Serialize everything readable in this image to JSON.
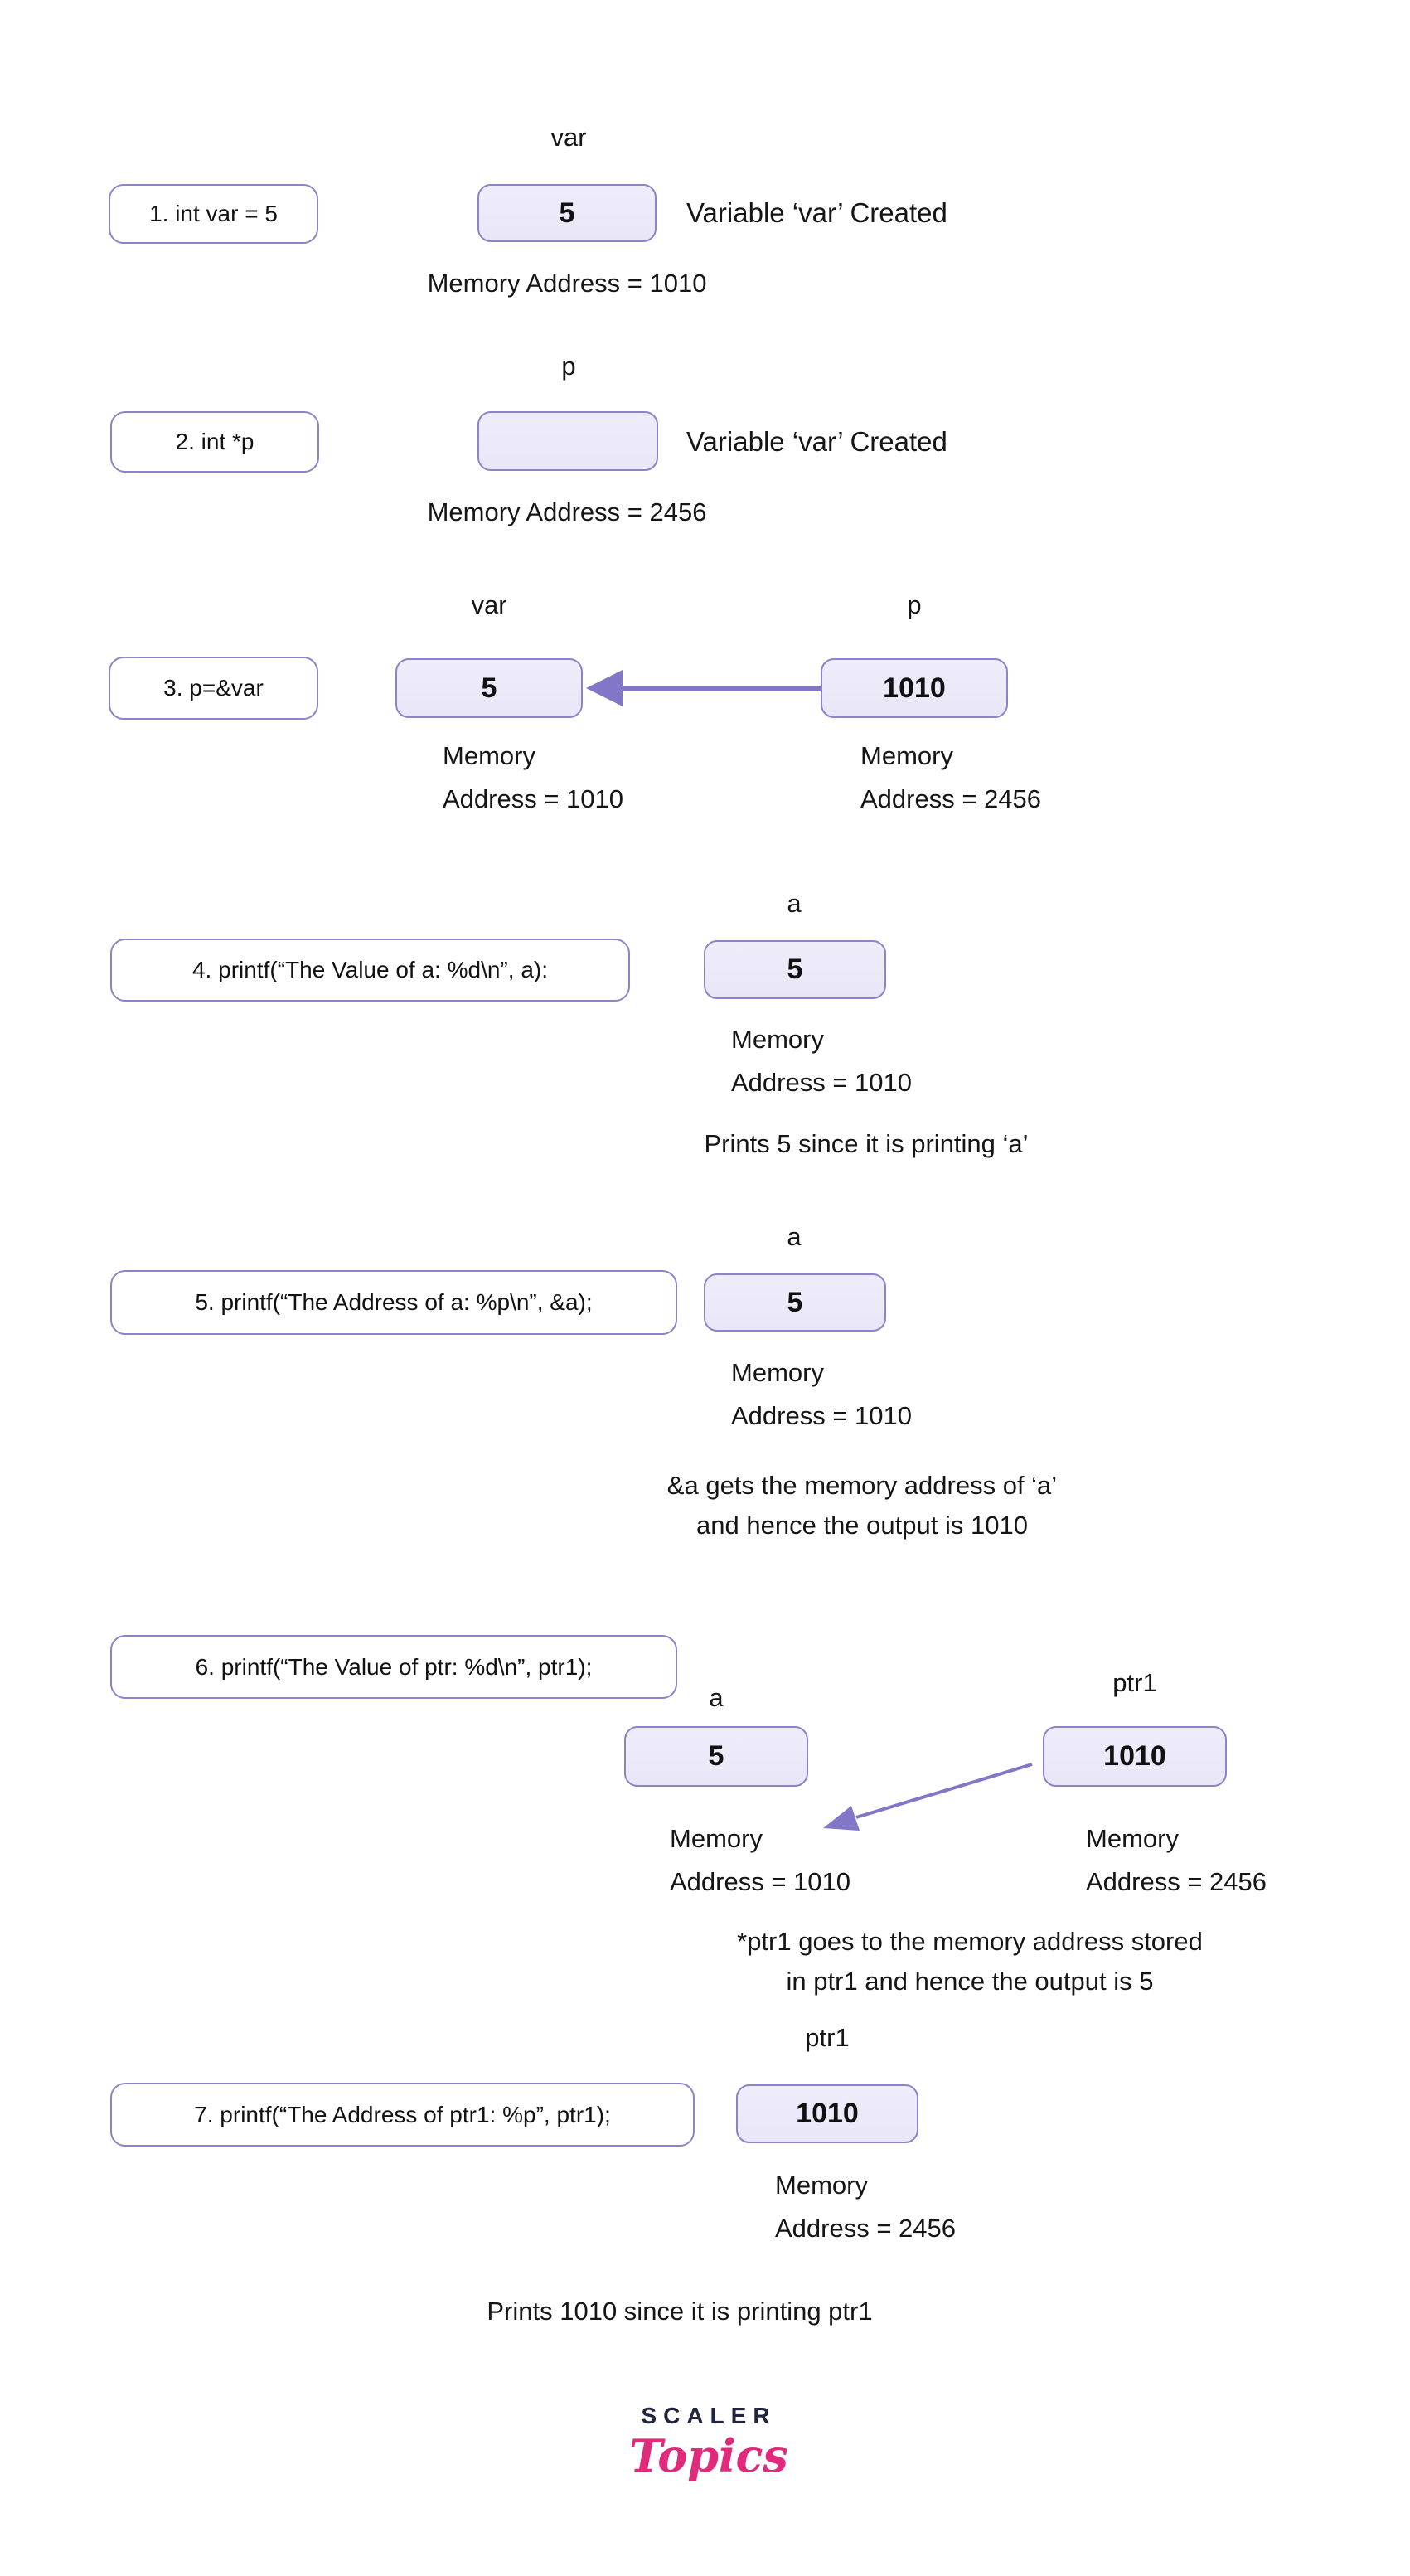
{
  "s1": {
    "label": "var",
    "code": "1. int var = 5",
    "value": "5",
    "caption": "Variable ‘var’ Created",
    "memory": "Memory Address = 1010"
  },
  "s2": {
    "label": "p",
    "code": "2. int *p",
    "value": "",
    "caption": "Variable ‘var’ Created",
    "memory": "Memory Address = 2456"
  },
  "s3": {
    "code": "3. p=&var",
    "left": {
      "label": "var",
      "value": "5",
      "memory_line1": "Memory",
      "memory_line2": "Address = 1010"
    },
    "right": {
      "label": "p",
      "value": "1010",
      "memory_line1": "Memory",
      "memory_line2": "Address = 2456"
    }
  },
  "s4": {
    "code": "4. printf(“The Value of a: %d\\n”, a):",
    "cell": {
      "label": "a",
      "value": "5",
      "memory_line1": "Memory",
      "memory_line2": "Address = 1010"
    },
    "note": "Prints 5 since it is printing ‘a’"
  },
  "s5": {
    "code": "5. printf(“The Address of a: %p\\n”, &a);",
    "cell": {
      "label": "a",
      "value": "5",
      "memory_line1": "Memory",
      "memory_line2": "Address = 1010"
    },
    "note_line1": "&a gets the memory address of ‘a’",
    "note_line2": "and hence the output is 1010"
  },
  "s6": {
    "code": "6. printf(“The Value of ptr: %d\\n”, ptr1);",
    "left": {
      "label": "a",
      "value": "5",
      "memory_line1": "Memory",
      "memory_line2": "Address = 1010"
    },
    "right": {
      "label": "ptr1",
      "value": "1010",
      "memory_line1": "Memory",
      "memory_line2": "Address = 2456"
    },
    "note_line1": "*ptr1 goes to the memory address stored",
    "note_line2": "in ptr1 and hence the output is 5"
  },
  "s7": {
    "code": "7. printf(“The Address of ptr1: %p”, ptr1);",
    "cell": {
      "label": "ptr1",
      "value": "1010",
      "memory_line1": "Memory",
      "memory_line2": "Address = 2456"
    },
    "note": "Prints 1010 since it is printing ptr1"
  },
  "logo": {
    "brand": "SCALER",
    "sub": "Topics"
  },
  "icons": {
    "arrow_left": "solid left-pointing arrow (p → var)",
    "arrow_down_left": "solid down-left arrow (ptr1 → a)"
  },
  "colors": {
    "box_border": "#8d83c9",
    "box_fill": "#eae7f8",
    "arrow": "#8276c9",
    "logo_navy": "#20243c",
    "logo_pink": "#e02a7c"
  }
}
